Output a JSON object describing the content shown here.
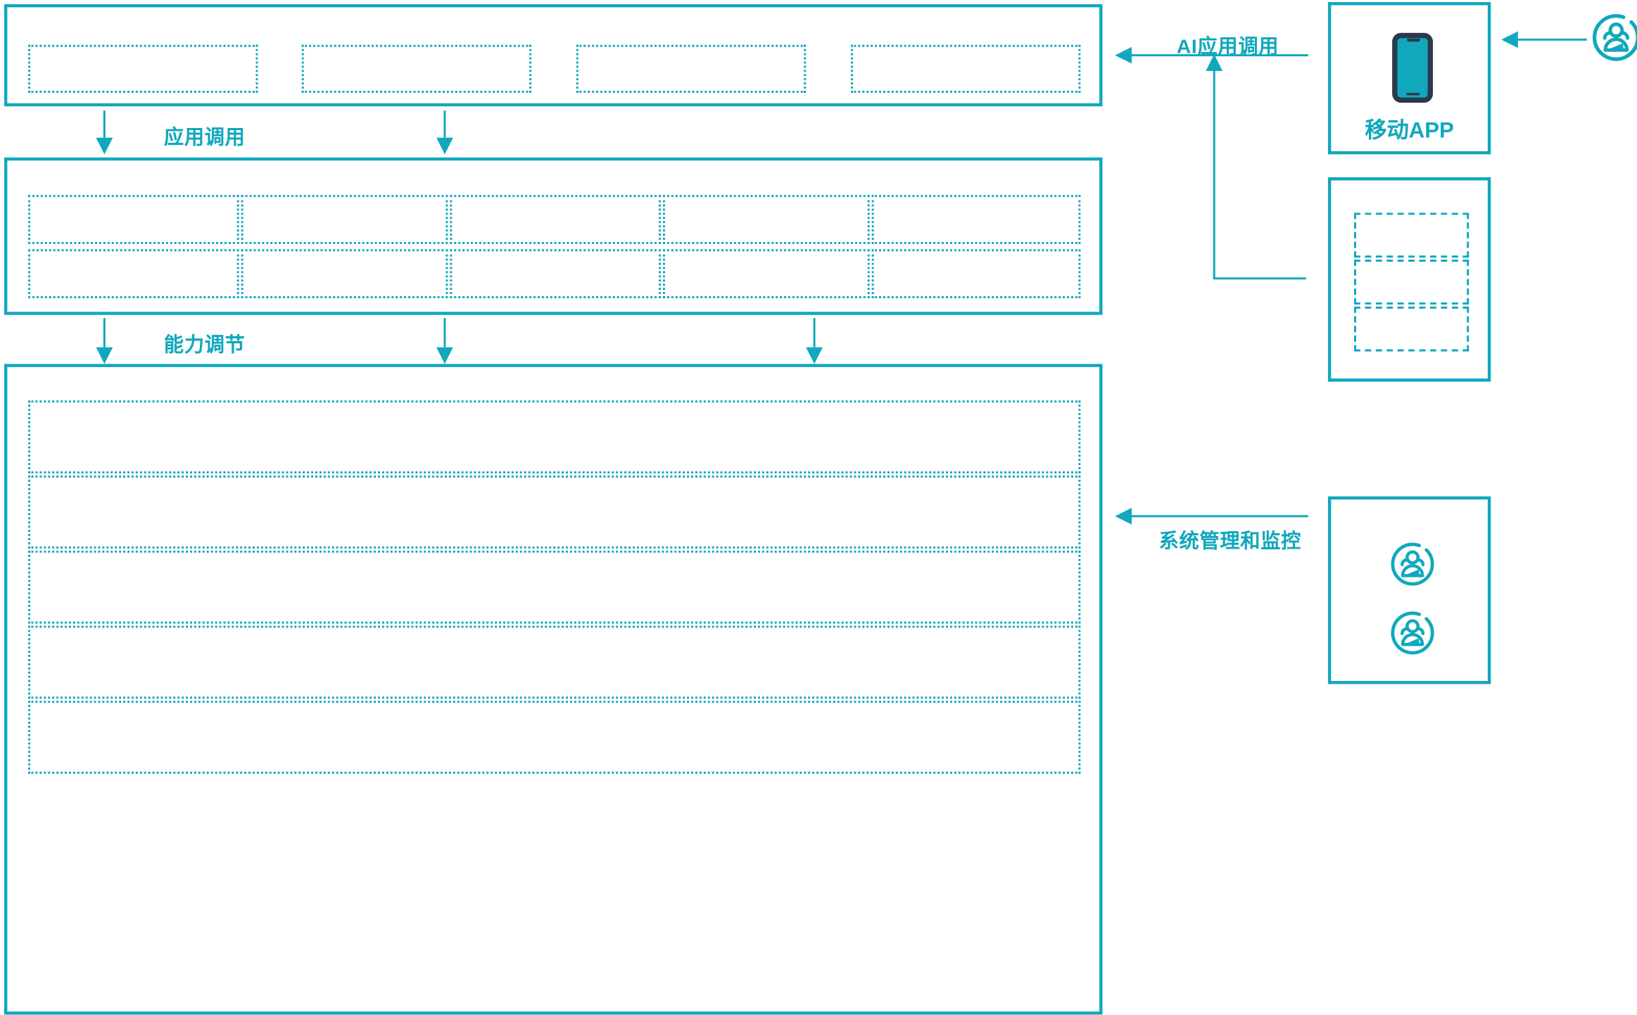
{
  "meta": {
    "accent_color": "#11a8bd",
    "phone_dark_color": "#2b3a4a",
    "background": "#ffffff"
  },
  "diagram": {
    "type": "layered-architecture",
    "left_stack": {
      "layers": [
        {
          "name": "application-layer",
          "slot_count": 4,
          "slots": [
            {
              "label": ""
            },
            {
              "label": ""
            },
            {
              "label": ""
            },
            {
              "label": ""
            }
          ]
        },
        {
          "name": "capability-layer",
          "slot_count": 10,
          "rows": 2,
          "columns": 5,
          "slots": [
            {
              "label": ""
            },
            {
              "label": ""
            },
            {
              "label": ""
            },
            {
              "label": ""
            },
            {
              "label": ""
            },
            {
              "label": ""
            },
            {
              "label": ""
            },
            {
              "label": ""
            },
            {
              "label": ""
            },
            {
              "label": ""
            }
          ]
        },
        {
          "name": "platform-layer",
          "slot_count": 5,
          "slots": [
            {
              "label": ""
            },
            {
              "label": ""
            },
            {
              "label": ""
            },
            {
              "label": ""
            },
            {
              "label": ""
            }
          ]
        }
      ]
    },
    "connectors": [
      {
        "id": "app-call",
        "label": "应用调用",
        "direction": "down",
        "arrow_count": 2
      },
      {
        "id": "capability-call",
        "label": "能力调节",
        "direction": "down",
        "arrow_count": 3
      },
      {
        "id": "ai-app-call",
        "label": "AI应用调用",
        "direction": "left",
        "arrow_count": 1
      },
      {
        "id": "sys-admin",
        "label": "系统管理和监控",
        "direction": "left",
        "arrow_count": 1
      }
    ],
    "right_column": {
      "cards": [
        {
          "id": "mobile-app-card",
          "caption": "移动APP",
          "icon": "mobile-phone-icon",
          "slot_count": 0
        },
        {
          "id": "channel-card",
          "caption": "",
          "icon": "",
          "slot_count": 3,
          "slots": [
            {
              "label": ""
            },
            {
              "label": ""
            },
            {
              "label": ""
            }
          ]
        },
        {
          "id": "operations-card",
          "caption": "",
          "icon": "users-icon",
          "icon_count": 2,
          "slot_count": 0
        }
      ],
      "external_actor": {
        "id": "external-users",
        "icon": "users-icon",
        "label": ""
      }
    }
  }
}
